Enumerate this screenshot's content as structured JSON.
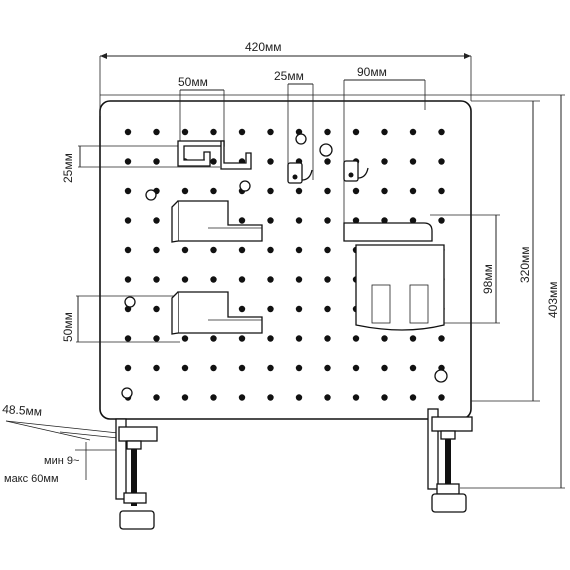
{
  "dimensions": {
    "overall_width": "420мм",
    "hook_spacing": "50мм",
    "small_hook_width": "25мм",
    "cup_width": "90мм",
    "hook_height": "25мм",
    "shelf_height": "50мм",
    "cup_height": "98мм",
    "board_height": "320мм",
    "total_height": "403мм",
    "clamp_depth": "48.5мм",
    "clamp_min": "мин 9~",
    "clamp_max": "макс 60мм"
  }
}
